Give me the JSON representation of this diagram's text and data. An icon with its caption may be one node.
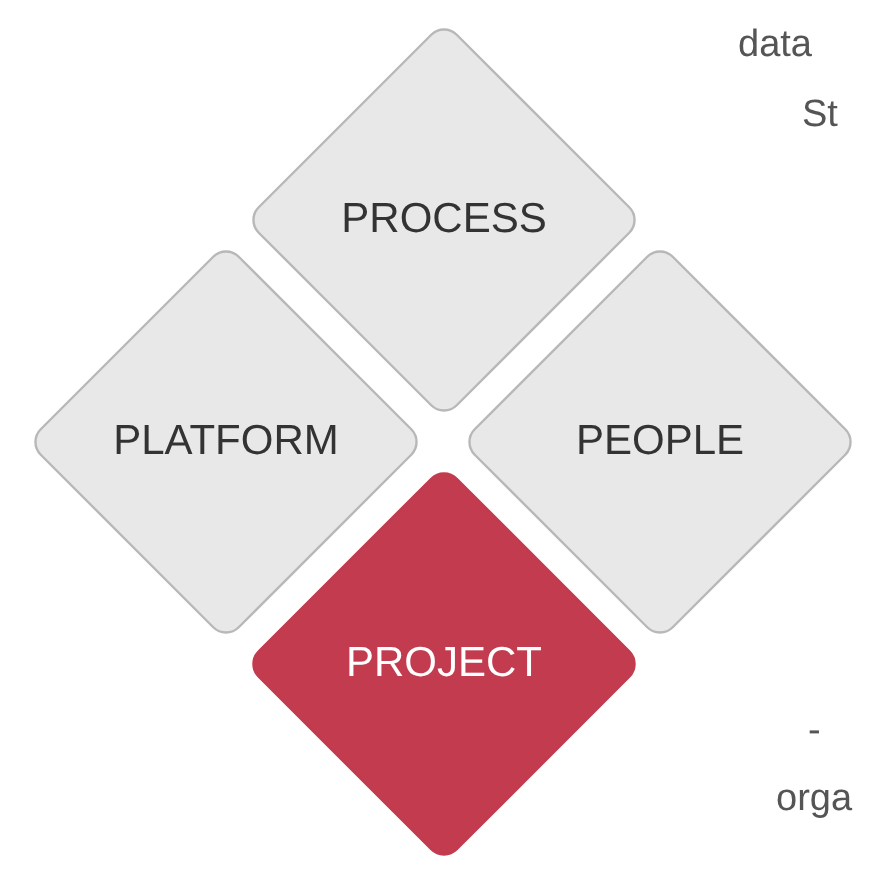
{
  "diagram": {
    "nodes": [
      {
        "text": [
          "PROCESS"
        ]
      },
      {
        "text": [
          "PLATFORM"
        ]
      },
      {
        "text": [
          "PEOPLE"
        ]
      },
      {
        "text": [
          "PROJECT"
        ]
      }
    ],
    "labels": [
      "data",
      "St",
      "-",
      "orga"
    ]
  }
}
